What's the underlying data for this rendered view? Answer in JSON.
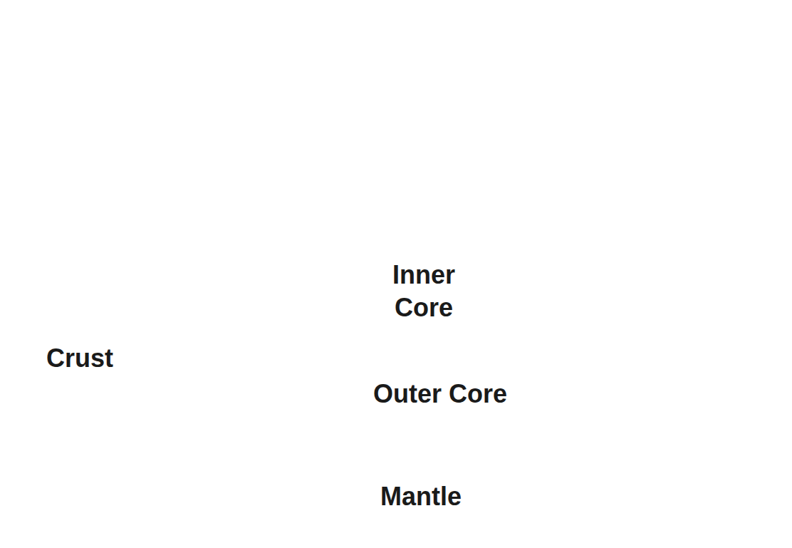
{
  "diagram": {
    "nodes": [
      {
        "text": [
          "Mantle"
        ]
      },
      {
        "text": [
          "Outer Core"
        ],
        "in": 0
      },
      {
        "text": [
          "Inner Core"
        ],
        "in": 1
      }
    ],
    "labels": [
      "Crust"
    ]
  }
}
